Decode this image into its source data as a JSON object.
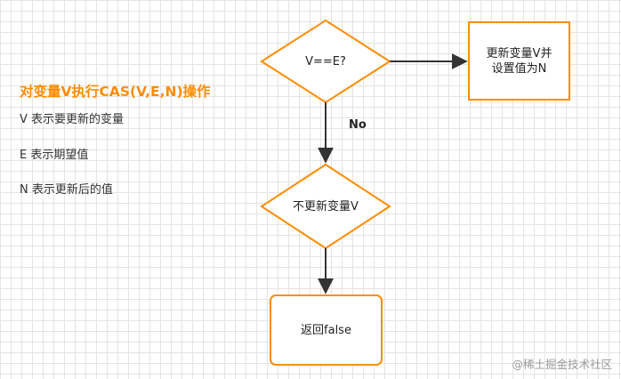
{
  "legend": {
    "title": "对变量V执行CAS(V,E,N)操作",
    "items": [
      "V 表示要更新的变量",
      "E 表示期望值",
      "N 表示更新后的值"
    ]
  },
  "nodes": {
    "decision_check": "V==E?",
    "update_box": "更新变量V并\n设置值为N",
    "decision_no_update": "不更新变量V",
    "return_box": "返回false"
  },
  "edges": {
    "no_label": "No"
  },
  "watermark": "@稀土掘金技术社区",
  "colors": {
    "accent": "#ff8c00",
    "arrow": "#333333"
  }
}
